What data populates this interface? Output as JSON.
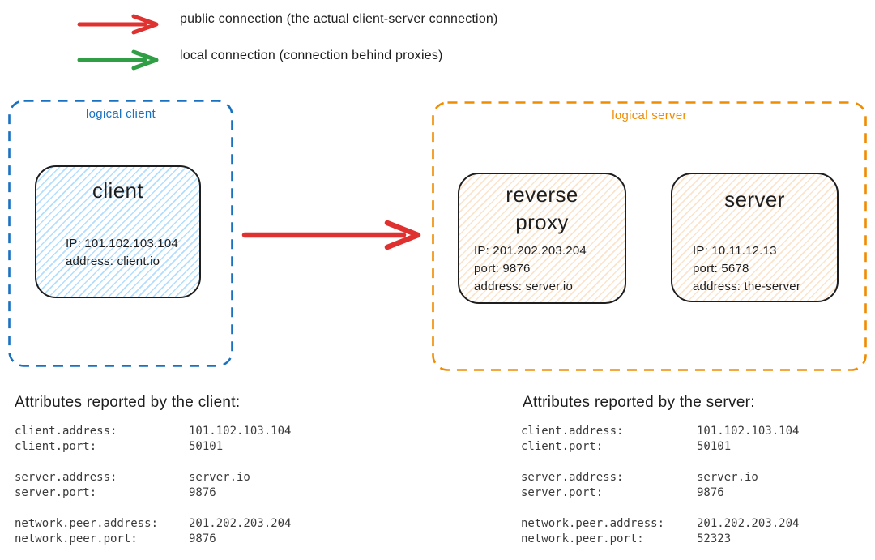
{
  "diagram": {
    "legend": {
      "items": [
        {
          "icon": "public-connection-arrow",
          "color": "#e03131",
          "label": "public connection (the actual client-server connection)"
        },
        {
          "icon": "local-connection-arrow",
          "color": "#2f9e44",
          "label": "local connection (connection behind proxies)"
        }
      ]
    },
    "logical_client": {
      "label": "logical client",
      "border_color": "#1971c2",
      "node": {
        "title": "client",
        "details": [
          "IP: 101.102.103.104",
          "address: client.io"
        ]
      }
    },
    "logical_server": {
      "label": "logical server",
      "border_color": "#f08c00",
      "nodes": [
        {
          "title": "reverse proxy",
          "details": [
            "IP: 201.202.203.204",
            "port: 9876",
            "address: server.io"
          ]
        },
        {
          "title": "server",
          "details": [
            "IP: 10.11.12.13",
            "port: 5678",
            "address: the-server"
          ]
        }
      ]
    },
    "connection_arrow": {
      "type": "public connection",
      "color": "#e03131"
    }
  },
  "attributes_client": {
    "title": "Attributes reported by the client:",
    "rows": [
      {
        "key": "client.address:",
        "value": "101.102.103.104"
      },
      {
        "key": "client.port:",
        "value": "50101"
      },
      {
        "key": "server.address:",
        "value": "server.io"
      },
      {
        "key": "server.port:",
        "value": "9876"
      },
      {
        "key": "network.peer.address:",
        "value": "201.202.203.204"
      },
      {
        "key": "network.peer.port:",
        "value": "9876"
      }
    ]
  },
  "attributes_server": {
    "title": "Attributes reported by the server:",
    "rows": [
      {
        "key": "client.address:",
        "value": "101.102.103.104"
      },
      {
        "key": "client.port:",
        "value": "50101"
      },
      {
        "key": "server.address:",
        "value": "server.io"
      },
      {
        "key": "server.port:",
        "value": "9876"
      },
      {
        "key": "network.peer.address:",
        "value": "201.202.203.204"
      },
      {
        "key": "network.peer.port:",
        "value": "52323"
      }
    ]
  }
}
